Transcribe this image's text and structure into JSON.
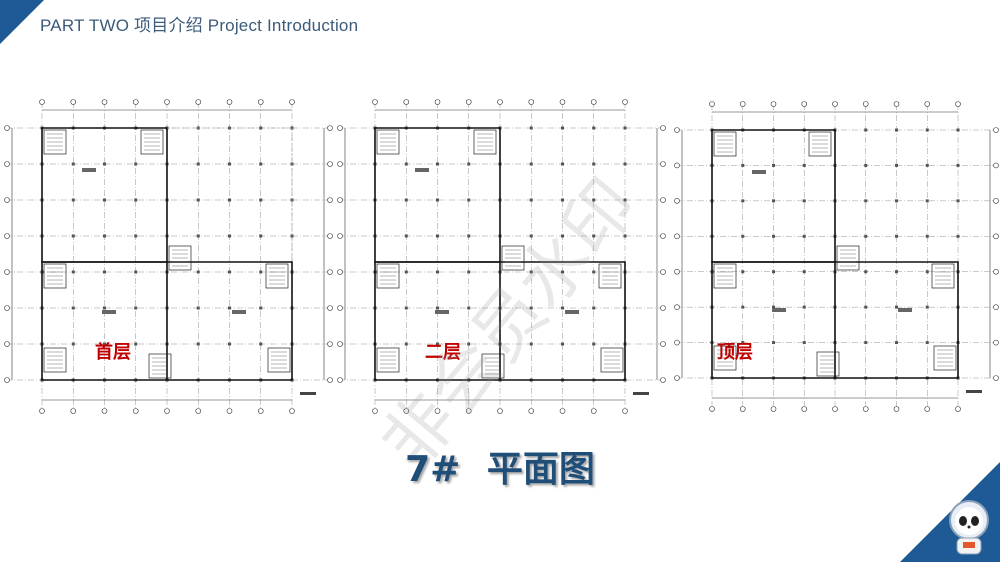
{
  "header": {
    "title": "PART TWO 项目介绍  Project Introduction"
  },
  "plans": [
    {
      "label": "首层"
    },
    {
      "label": "二层"
    },
    {
      "label": "顶层"
    }
  ],
  "main_title": "7#  平面图",
  "watermark": "非会员水印",
  "colors": {
    "accent": "#1e5a96",
    "label_red": "#c00000",
    "title_blue": "#1f4e79"
  }
}
